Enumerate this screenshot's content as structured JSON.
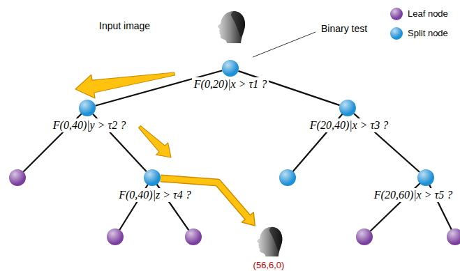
{
  "diagram": {
    "nodes": [
      {
        "text": [
          "F(0,20)|x > τ1 ?"
        ]
      },
      {
        "text": [
          "F(0,40)|y > τ2 ?"
        ]
      },
      {
        "text": [
          "F(20,40)|x > τ3 ?"
        ]
      },
      {
        "text": [
          "F(0,40)|z > τ4 ?"
        ]
      },
      {
        "text": [
          "F(20,60)|x > τ5 ?"
        ]
      },
      {
        "text": [
          "(56,6,0)"
        ]
      }
    ],
    "edges": [
      {
        "from": 0,
        "to": 1,
        "arrow": "none"
      },
      {
        "from": 0,
        "to": 2,
        "arrow": "none"
      },
      {
        "from": 1,
        "to": 3,
        "arrow": "none"
      },
      {
        "from": 2,
        "to": 4,
        "arrow": "none"
      },
      {
        "from": 3,
        "to": 5,
        "arrow": "to"
      }
    ],
    "labels": [
      "Input image",
      "Binary test"
    ],
    "legend": [
      {
        "text": "Leaf node",
        "color": "#7b3f9e"
      },
      {
        "text": "Split node",
        "color": "#1e90d6"
      }
    ]
  }
}
